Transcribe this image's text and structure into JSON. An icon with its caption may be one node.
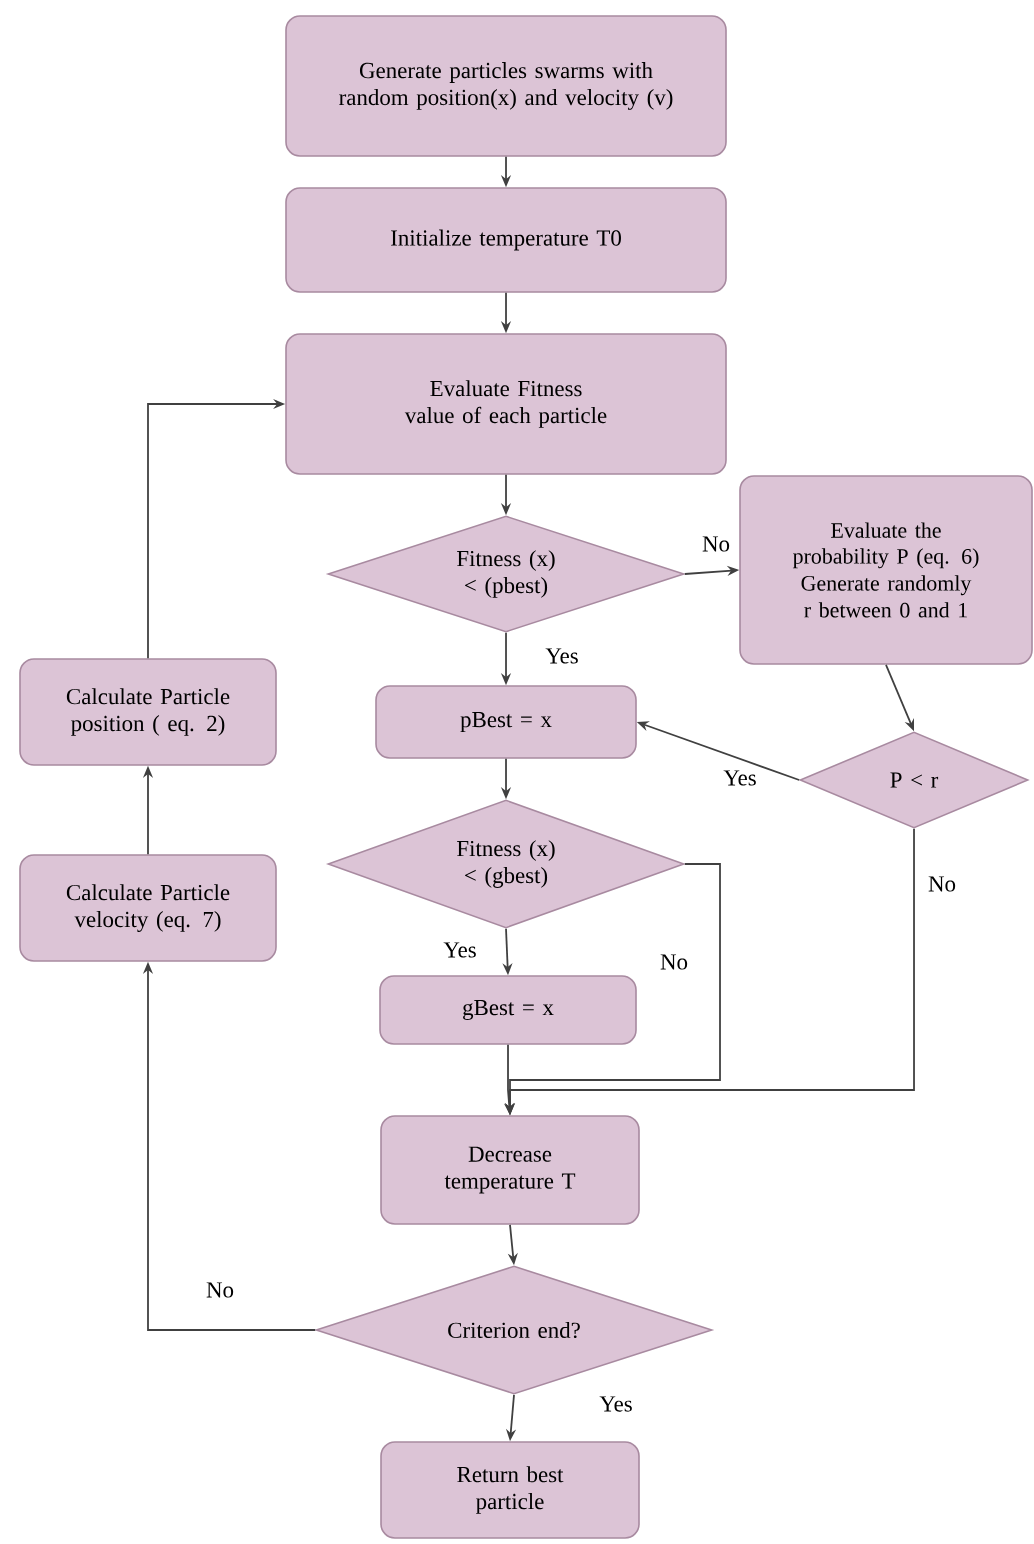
{
  "diagram": {
    "nodes": [
      {
        "text": [
          "Generate particles swarms with random position(x) and velocity (v)"
        ]
      },
      {
        "text": [
          "Initialize temperature T0"
        ]
      },
      {
        "text": [
          "Evaluate Fitness value of each particle"
        ]
      },
      {
        "text": [
          "Fitness (x) < (pbest)"
        ]
      },
      {
        "text": [
          "Evaluate the probability P (eq. 6)",
          "Generate randomly r between 0 and 1"
        ]
      },
      {
        "text": [
          "pBest = x"
        ]
      },
      {
        "text": [
          "P < r"
        ]
      },
      {
        "text": [
          "Fitness (x) < (gbest)"
        ]
      },
      {
        "text": [
          "gBest = x"
        ]
      },
      {
        "text": [
          "Calculate Particle position ( eq. 2)"
        ]
      },
      {
        "text": [
          "Calculate Particle velocity (eq. 7)"
        ]
      },
      {
        "text": [
          "Decrease temperature T"
        ]
      },
      {
        "text": [
          "Criterion end?"
        ]
      },
      {
        "text": [
          "Return best particle"
        ]
      }
    ],
    "edges": [
      {
        "from": 0,
        "to": 1,
        "arrow": "to"
      },
      {
        "from": 1,
        "to": 2,
        "arrow": "to"
      },
      {
        "from": 2,
        "to": 3,
        "arrow": "to"
      },
      {
        "from": 3,
        "to": 4,
        "arrow": "to",
        "label": "No"
      },
      {
        "from": 3,
        "to": 5,
        "arrow": "to",
        "label": "Yes"
      },
      {
        "from": 4,
        "to": 6,
        "arrow": "to"
      },
      {
        "from": 6,
        "to": 5,
        "arrow": "to",
        "label": "Yes"
      },
      {
        "from": 5,
        "to": 7,
        "arrow": "to"
      },
      {
        "from": 7,
        "to": 8,
        "arrow": "to",
        "label": "Yes"
      },
      {
        "from": 7,
        "to": 11,
        "arrow": "to",
        "label": "No"
      },
      {
        "from": 8,
        "to": 11,
        "arrow": "to"
      },
      {
        "from": 6,
        "to": 11,
        "arrow": "to",
        "label": "No"
      },
      {
        "from": 11,
        "to": 12,
        "arrow": "to"
      },
      {
        "from": 12,
        "to": 13,
        "arrow": "to",
        "label": "Yes"
      },
      {
        "from": 12,
        "to": 10,
        "arrow": "to",
        "label": "No"
      },
      {
        "from": 10,
        "to": 9,
        "arrow": "to"
      },
      {
        "from": 9,
        "to": 2,
        "arrow": "to"
      }
    ]
  }
}
